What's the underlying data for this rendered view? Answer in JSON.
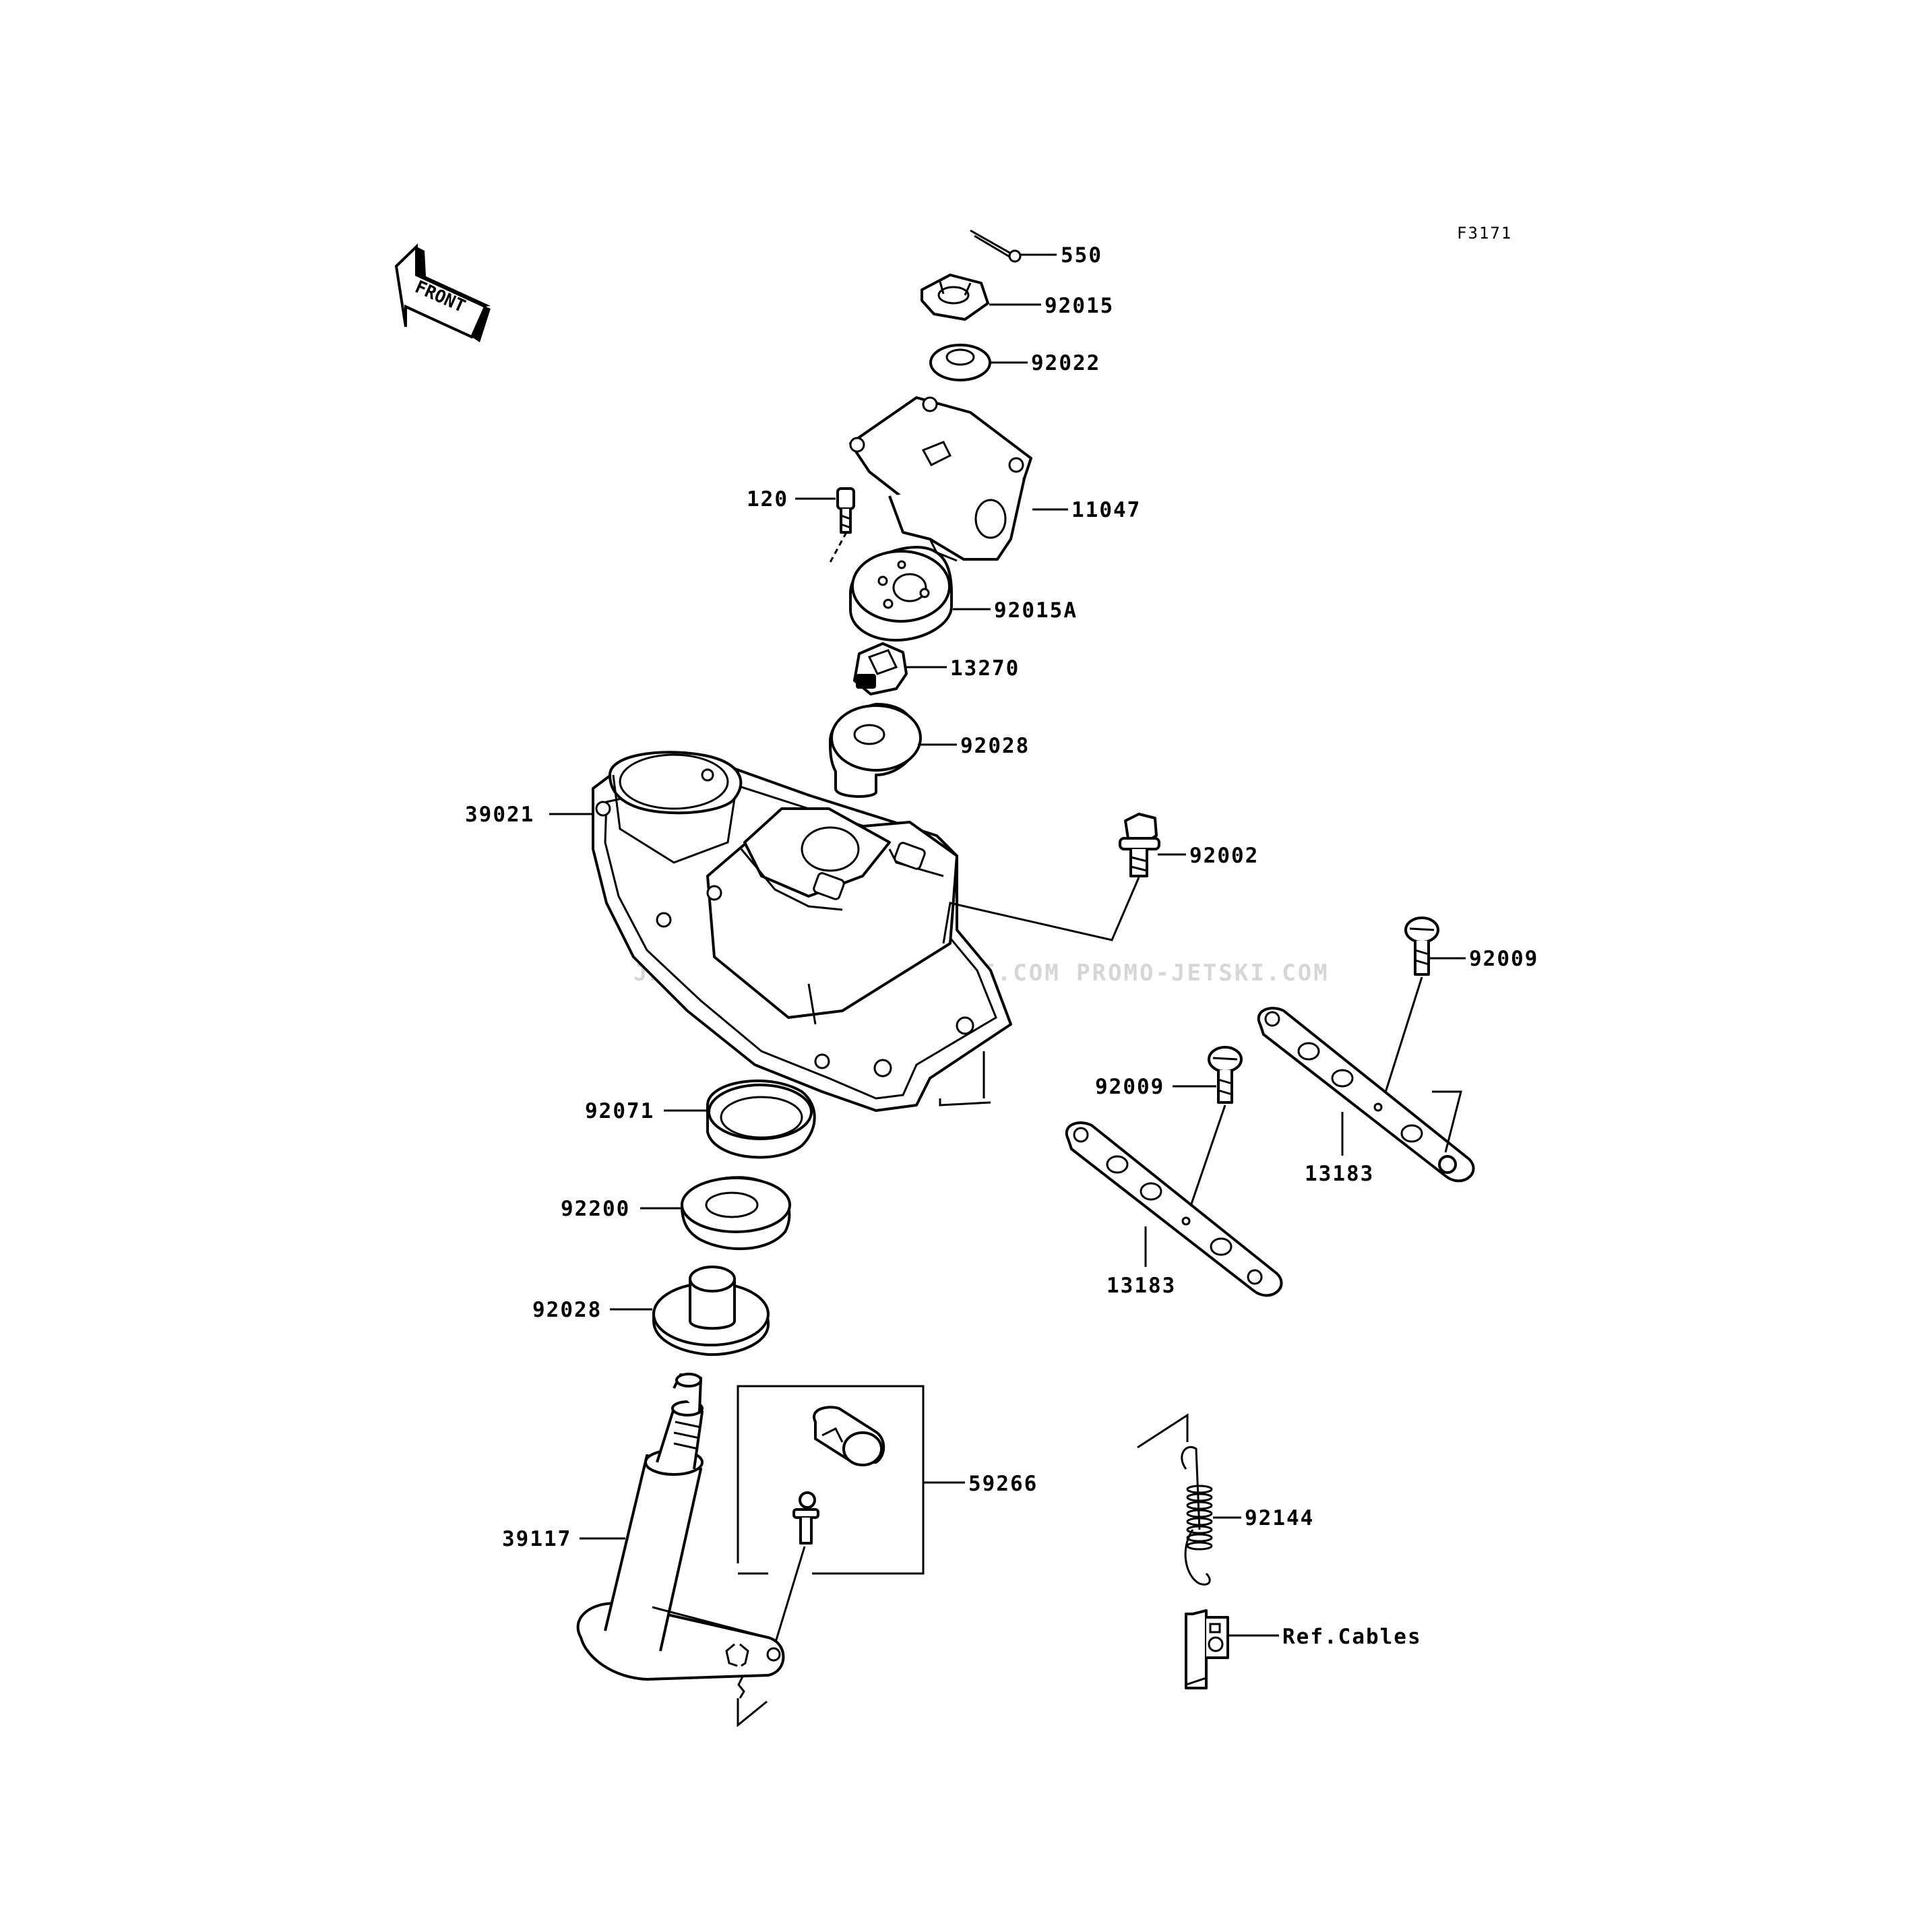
{
  "figure_code": "F3171",
  "front_label": "FRONT",
  "watermark": "JETSKI.COM  PROMO-JETSKI.COM  PROMO-JETSKI.COM",
  "callouts": {
    "c550": "550",
    "c92015": "92015",
    "c92022": "92022",
    "c120": "120",
    "c11047": "11047",
    "c92015a": "92015A",
    "c13270": "13270",
    "c92028_top": "92028",
    "c39021": "39021",
    "c92002": "92002",
    "c92009_right": "92009",
    "c92009_left": "92009",
    "c13183_right": "13183",
    "c13183_left": "13183",
    "c92071": "92071",
    "c92200": "92200",
    "c92028_bottom": "92028",
    "c59266": "59266",
    "c39117": "39117",
    "c92144": "92144",
    "c_ref_cables": "Ref.Cables"
  }
}
